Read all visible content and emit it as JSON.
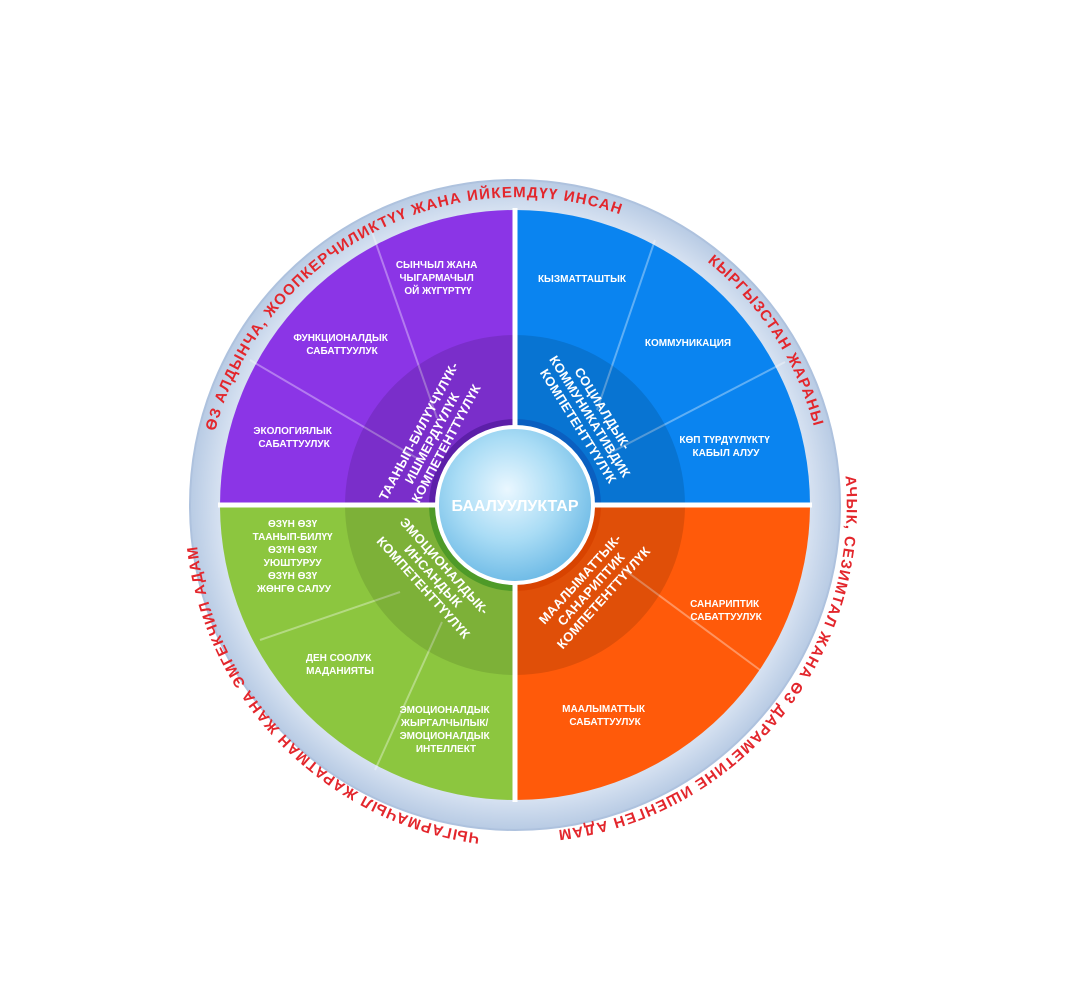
{
  "center": {
    "label": "БААЛУУЛУКТАР"
  },
  "outer_ring": [
    {
      "text": "ӨЗ АЛДЫНЧА, ЖООПКЕРЧИЛИКТҮҮ ЖАНА ИЙКЕМДҮҮ ИНСАН"
    },
    {
      "text": "КЫРГЫЗСТАН ЖАРАНЫ"
    },
    {
      "text": "АЧЫК, СЕЗИМТАЛ ЖАНА ӨЗ ДАРАМЕТИНЕ ИШЕНГЕН АДАМ"
    },
    {
      "text": "ЧЫГАРМАЧЫЛ ЖАРАТМАН ЖАНА ЭМГЕКЧИЛ АДАМ"
    }
  ],
  "quadrants": [
    {
      "color": "#8b35e6",
      "competence": [
        "ТААНЫП-БИЛҮҮЧҮЛҮК-",
        "ИШМЕРДҮҮЛҮК",
        "КОМПЕТЕНТТҮҮЛҮК"
      ],
      "items": [
        {
          "lines": [
            "СЫНЧЫЛ ЖАНА",
            "ЧЫГАРМАЧЫЛ",
            "ОЙ ЖҮГҮРТҮҮ"
          ]
        },
        {
          "lines": [
            "ФУНКЦИОНАЛДЫК",
            "САБАТТУУЛУК"
          ]
        },
        {
          "lines": [
            "ЭКОЛОГИЯЛЫК",
            "САБАТТУУЛУК"
          ]
        }
      ]
    },
    {
      "color": "#0a84f0",
      "competence": [
        "СОЦИАЛДЫК-",
        "КОММУНИКАТИВДИК",
        "КОМПЕТЕНТТҮҮЛҮК"
      ],
      "items": [
        {
          "lines": [
            "КЫЗМАТТАШТЫК"
          ]
        },
        {
          "lines": [
            "КОММУНИКАЦИЯ"
          ]
        },
        {
          "lines": [
            "КӨП ТҮРДҮҮЛҮКТҮ",
            "КАБЫЛ АЛУУ"
          ]
        }
      ]
    },
    {
      "color": "#ff5a0a",
      "competence": [
        "МААЛЫМАТТЫК-",
        "САНАРИПТИК",
        "КОМПЕТЕНТТҮҮЛҮК"
      ],
      "items": [
        {
          "lines": [
            "САНАРИПТИК",
            "САБАТТУУЛУК"
          ]
        },
        {
          "lines": [
            "МААЛЫМАТТЫК",
            "САБАТТУУЛУК"
          ]
        }
      ]
    },
    {
      "color": "#8cc63f",
      "competence": [
        "ЭМОЦИОНАЛДЫК-",
        "ИНСАНДЫК",
        "КОМПЕТЕНТТҮҮЛҮК"
      ],
      "items": [
        {
          "lines": [
            "ӨЗҮН ӨЗҮ",
            "ТААНЫП-БИЛҮҮ",
            "ӨЗҮН ӨЗҮ",
            "УЮШТУРУУ",
            "ӨЗҮН ӨЗҮ",
            "ЖӨНГӨ САЛУУ"
          ]
        },
        {
          "lines": [
            "ДЕН СООЛУК",
            "МАДАНИЯТЫ"
          ]
        },
        {
          "lines": [
            "ЭМОЦИОНАЛДЫК",
            "ЖЫРГАЛЧЫЛЫК/",
            "ЭМОЦИОНАЛДЫК",
            "ИНТЕЛЛЕКТ"
          ]
        }
      ]
    }
  ],
  "colors": {
    "ring": "#c9d8ec",
    "ring_text": "#e3262c",
    "center": "#9fd6f2"
  }
}
